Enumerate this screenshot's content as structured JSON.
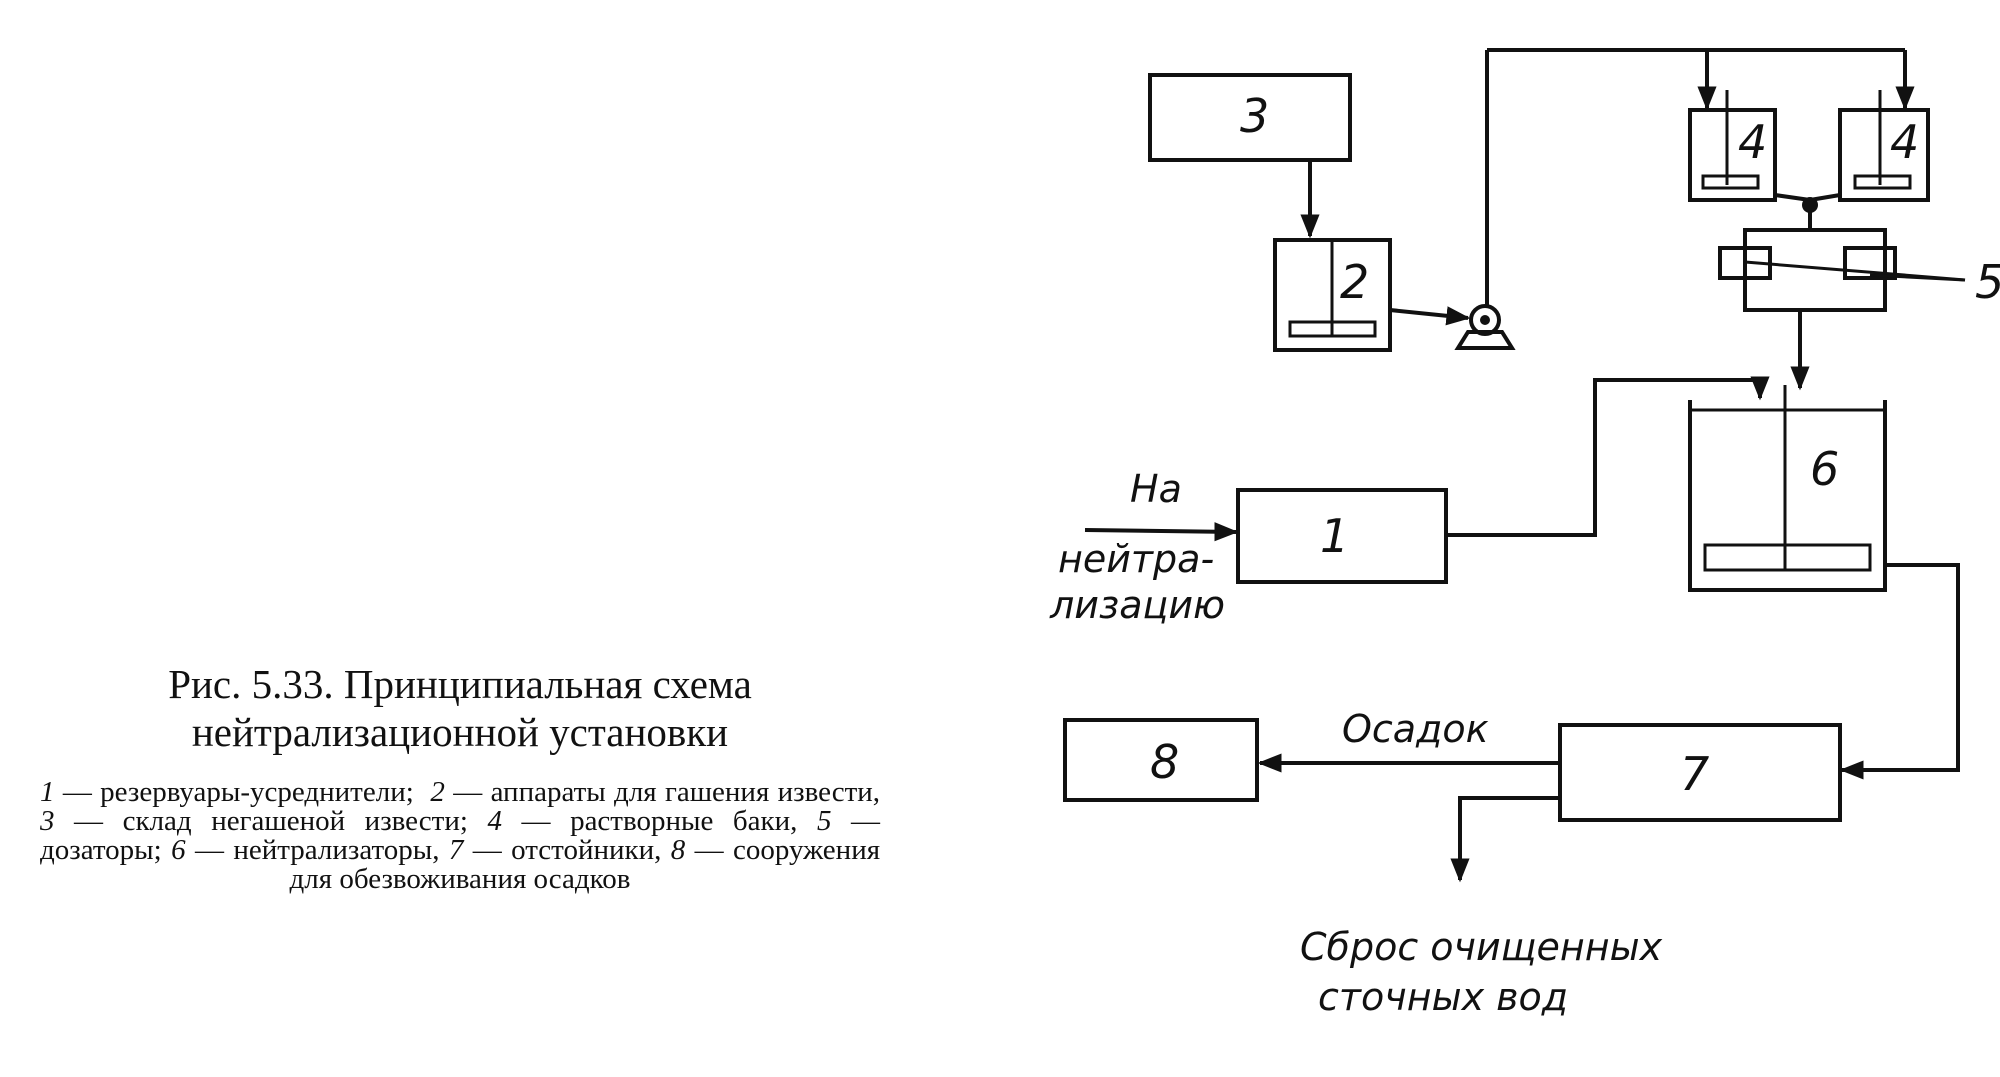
{
  "caption": {
    "title": "Рис. 5.33. Принципиальная схема нейтрализационной установки",
    "legend": [
      {
        "num": "1",
        "text": "резервуары-усреднители;"
      },
      {
        "num": "2",
        "text": "аппараты для гашения извести,"
      },
      {
        "num": "3",
        "text": "склад негашеной извести;"
      },
      {
        "num": "4",
        "text": "растворные баки,"
      },
      {
        "num": "5",
        "text": "дозаторы;"
      },
      {
        "num": "6",
        "text": "нейтрализаторы,"
      },
      {
        "num": "7",
        "text": "отстойники,"
      },
      {
        "num": "8",
        "text": "сооружения для обезвоживания осадков"
      }
    ]
  },
  "diagram": {
    "labels": {
      "b1": "1",
      "b2": "2",
      "b3": "3",
      "b4a": "4",
      "b4b": "4",
      "b5": "5",
      "b6": "6",
      "b7": "7",
      "b8": "8"
    },
    "text": {
      "inflow_line1": "На",
      "inflow_line2": "нейтра-",
      "inflow_line3": "лизацию",
      "sludge": "Осадок",
      "discharge_line1": "Сброс очищенных",
      "discharge_line2": "сточных вод"
    }
  }
}
